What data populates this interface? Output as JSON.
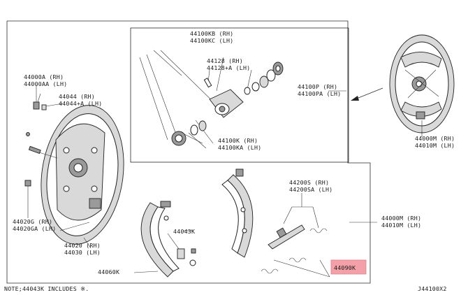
{
  "labels": {
    "l_44000a_rh": "44000A  (RH)",
    "l_44000aa_lh": "44000AA (LH)",
    "l_44044_rh": "44044  (RH)",
    "l_44044a_lh": "44044+A (LH)",
    "l_44100kb_rh": "44100KB (RH)",
    "l_44100kc_lh": "44100KC (LH)",
    "l_44128_rh": "44128  (RH)",
    "l_44128a_lh": "44128+A (LH)",
    "l_44100p_rh": "44100P  (RH)",
    "l_44100pa_lh": "44100PA (LH)",
    "l_44100k_rh": "44100K  (RH)",
    "l_44100ka_lh": "44100KA (LH)",
    "l_44000m_rh_top": "44000M (RH)",
    "l_44010m_lh_top": "44010M (LH)",
    "l_44200s_rh": "44200S  (RH)",
    "l_44200sa_lh": "44200SA (LH)",
    "l_44020g_rh": "44020G  (RH)",
    "l_44020ga_lh": "44020GA (LH)",
    "l_44043k": "44043K",
    "l_44000m_rh": "44000M (RH)",
    "l_44010m_lh": "44010M (LH)",
    "l_44020_rh": "44020 (RH)",
    "l_44030_lh": "44030 (LH)",
    "l_44060k": "44060K",
    "l_44090k": "44090K",
    "note": "NOTE;44043K INCLUDES ※.",
    "figure_id": "J44100X2"
  },
  "colors": {
    "highlight": "#f4a0a8",
    "line": "#2a2a2a"
  }
}
